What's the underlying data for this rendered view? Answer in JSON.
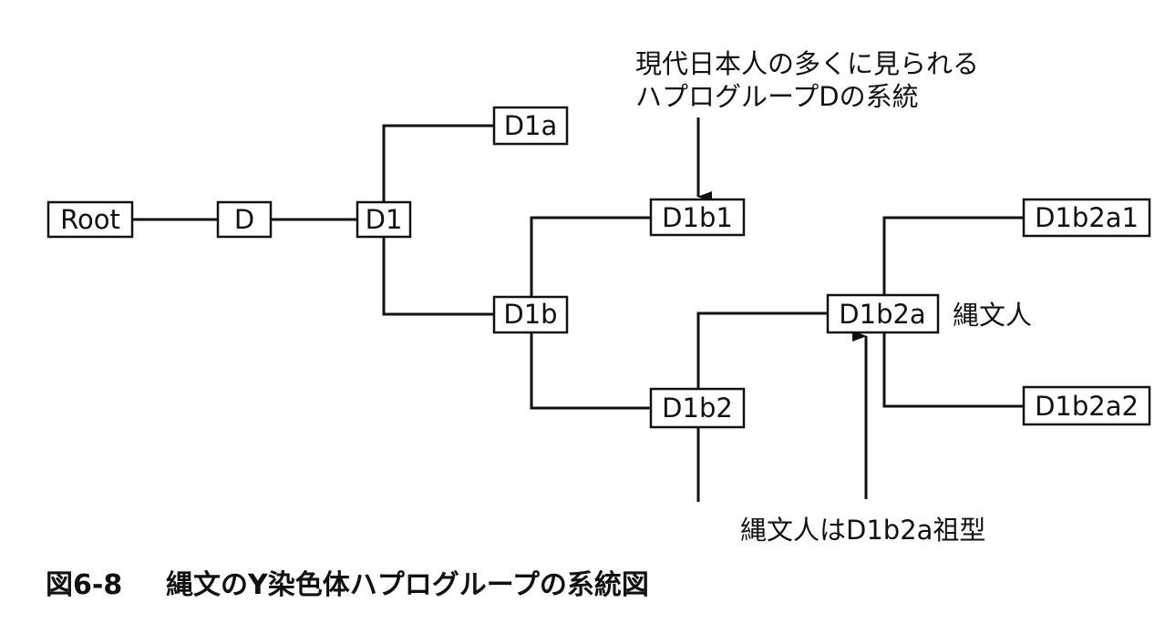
{
  "nodes": {
    "root": "Root",
    "d": "D",
    "d1": "D1",
    "d1a": "D1a",
    "d1b": "D1b",
    "d1b1": "D1b1",
    "d1b2": "D1b2",
    "d1b2a": "D1b2a",
    "d1b2a1": "D1b2a1",
    "d1b2a2": "D1b2a2"
  },
  "annotations": {
    "top_line1": "現代日本人の多くに見られる",
    "top_line2": "ハプログループDの系統",
    "jomon_label": "縄文人",
    "bottom_note": "縄文人はD1b2a祖型"
  },
  "caption": {
    "number": "図6-8",
    "title": "縄文のY染色体ハプログループの系統図"
  }
}
